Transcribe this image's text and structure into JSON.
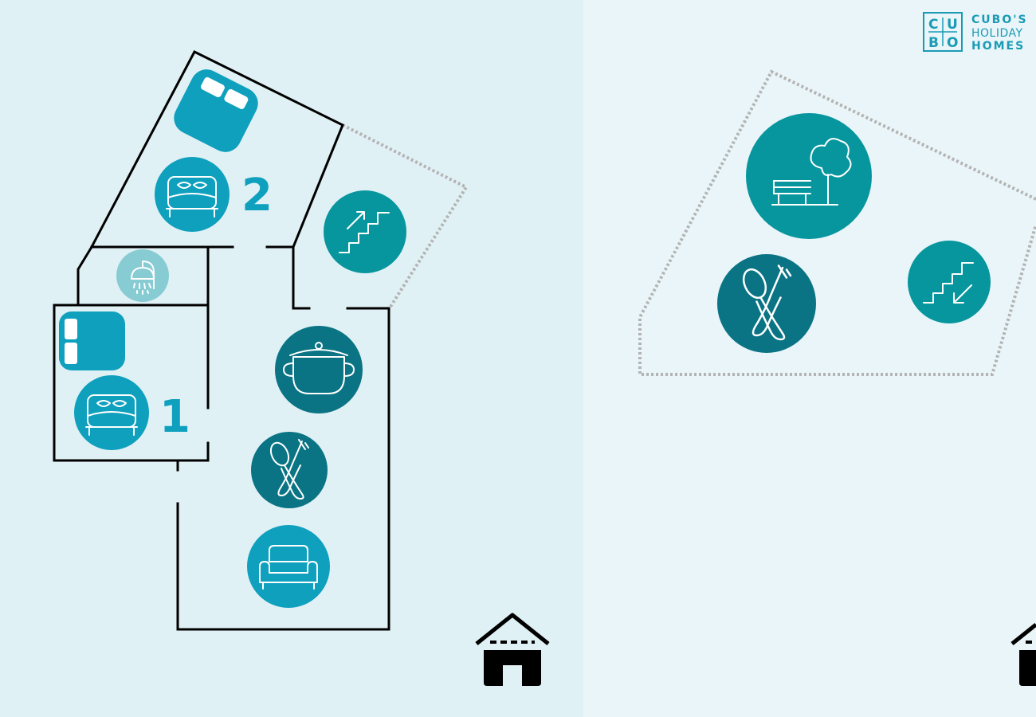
{
  "colors": {
    "ground_floor_bg": "#e0f1f5",
    "upper_floor_bg": "#e9f5f8",
    "bright_teal": "#0fa0be",
    "dark_teal": "#0a7484",
    "mid_teal": "#07969e",
    "shower_teal": "#87cbd3",
    "wall": "#000000",
    "terrace_outline": "#b3b3b3"
  },
  "ground_floor": {
    "bedroom_2_label": "2",
    "bedroom_1_label": "1",
    "icons": [
      "single-bed-icon",
      "double-bed-icon",
      "shower-icon",
      "stairs-up-icon",
      "cooking-pot-icon",
      "cutlery-icon",
      "armchair-icon",
      "entrance-house-icon"
    ]
  },
  "upper_floor": {
    "icons": [
      "garden-bench-tree-icon",
      "cutlery-icon",
      "stairs-down-icon",
      "entrance-house-icon"
    ]
  },
  "logo": {
    "letters": [
      "C",
      "U",
      "B",
      "O"
    ],
    "line1": "CUBO'S",
    "line2": "HOLIDAY",
    "line3": "HOMES"
  }
}
